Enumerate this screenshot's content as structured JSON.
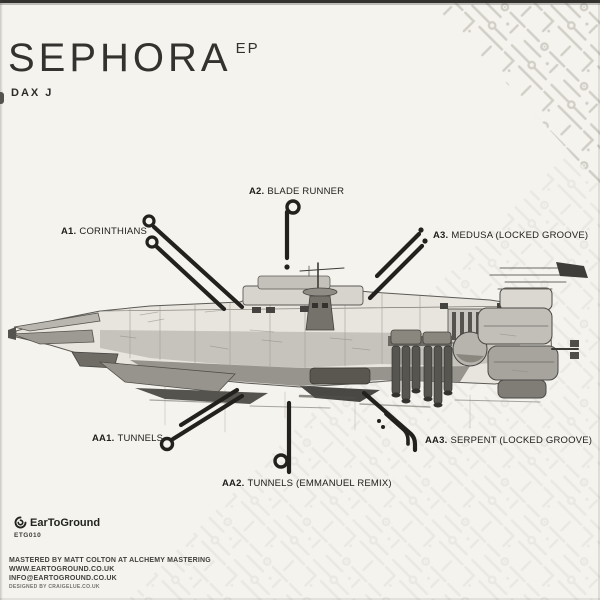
{
  "header": {
    "title": "SEPHORA",
    "title_suffix": "EP",
    "artist": "DAX J"
  },
  "tracks": [
    {
      "id": "A1.",
      "title": "CORINTHIANS"
    },
    {
      "id": "A2.",
      "title": "BLADE RUNNER"
    },
    {
      "id": "A3.",
      "title": "MEDUSA (LOCKED GROOVE)"
    },
    {
      "id": "AA1.",
      "title": "TUNNELS"
    },
    {
      "id": "AA2.",
      "title": "TUNNELS (EMMANUEL REMIX)"
    },
    {
      "id": "AA3.",
      "title": "SERPENT (LOCKED GROOVE)"
    }
  ],
  "footer": {
    "label_name": "EarToGround",
    "catalog_number": "ETG010",
    "credits_line1": "MASTERED BY MATT COLTON AT ALCHEMY MASTERING",
    "credits_line2": "WWW.EARTOGROUND.CO.UK",
    "credits_line3": "INFO@EARTOGROUND.CO.UK",
    "designed_by": "DESIGNED BY CRAIGELUE.CO.UK"
  },
  "icons": {
    "logo_icon": "ear-swirl-icon",
    "aa2_mark": "dj-mark-icon"
  },
  "colors": {
    "background": "#f5f3ee",
    "ink": "#22201d",
    "sketch_gray": "#8a877f",
    "pattern_gray": "#d3d0c8"
  }
}
